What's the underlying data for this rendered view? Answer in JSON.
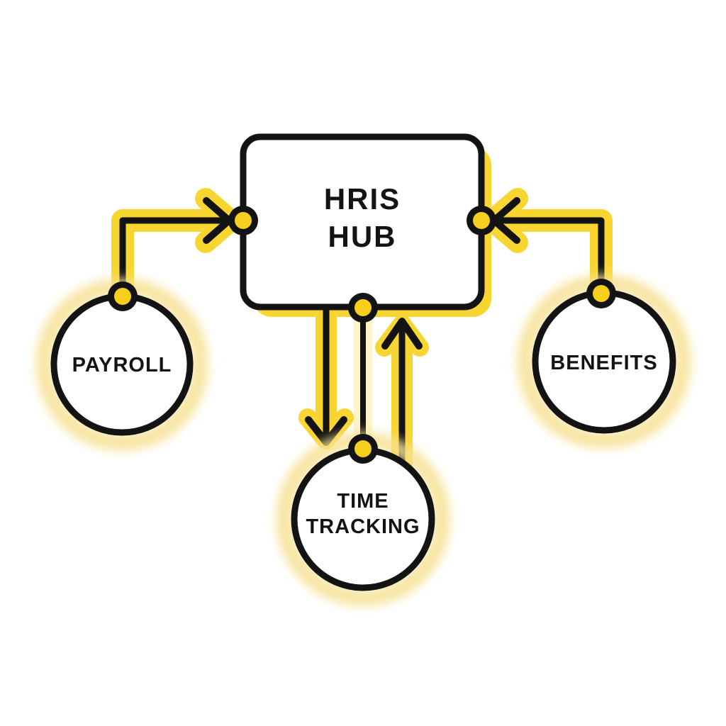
{
  "diagram": {
    "type": "flow-diagram",
    "background": "#FFFFFF",
    "hub": {
      "line1": "HRIS",
      "line2": "HUB"
    },
    "nodes": {
      "payroll": {
        "label": "PAYROLL",
        "shape": "circle"
      },
      "benefits": {
        "label": "BENEFITS",
        "shape": "circle"
      },
      "time_tracking": {
        "line1": "TIME",
        "line2": "TRACKING",
        "shape": "circle"
      }
    },
    "edges": [
      {
        "from": "payroll",
        "to": "hris-hub",
        "style": "arrow",
        "enters": "hub-left-port"
      },
      {
        "from": "benefits",
        "to": "hris-hub",
        "style": "arrow",
        "enters": "hub-right-port"
      },
      {
        "from": "hris-hub",
        "to": "time-tracking",
        "style": "arrow",
        "direction": "down"
      },
      {
        "from": "time-tracking",
        "to": "hris-hub",
        "style": "arrow",
        "direction": "up"
      },
      {
        "from": "hris-hub",
        "to": "time-tracking",
        "style": "plain-connector",
        "ports": "bottom-port-to-node-dot"
      }
    ],
    "colors": {
      "ink": "#131313",
      "node_fill": "#FFFFFF",
      "dot_yellow": "#F6CF1D",
      "highlight_yellow": "#F8D631",
      "halo_yellow": "#F7E193",
      "soft_glow": "#FBF0BC"
    }
  }
}
